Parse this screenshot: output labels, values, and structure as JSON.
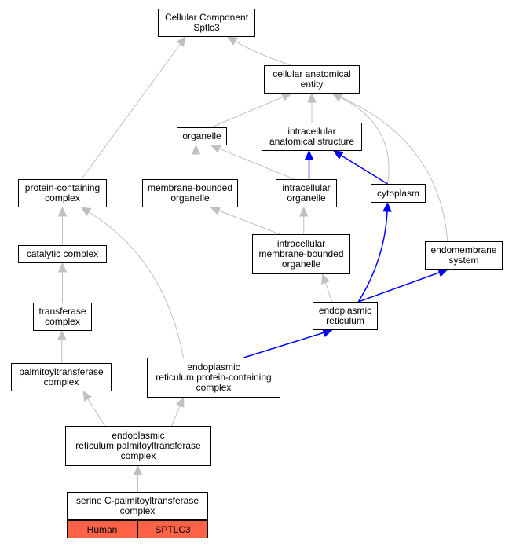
{
  "colors": {
    "is_a_edge": "#c0c0c0",
    "part_of_edge": "#0000ff",
    "annotation_fill": "#ff6347"
  },
  "nodes": {
    "cellular_component": [
      "Cellular Component",
      "Sptlc3"
    ],
    "cellular_anatomical_entity": [
      "cellular anatomical",
      "entity"
    ],
    "organelle": [
      "organelle"
    ],
    "intracellular_anatomical_structure": [
      "intracellular",
      "anatomical structure"
    ],
    "protein_containing_complex": [
      "protein-containing",
      "complex"
    ],
    "membrane_bounded_organelle": [
      "membrane-bounded",
      "organelle"
    ],
    "intracellular_organelle": [
      "intracellular",
      "organelle"
    ],
    "cytoplasm": [
      "cytoplasm"
    ],
    "intracellular_membrane_bounded_organelle": [
      "intracellular",
      "membrane-bounded",
      "organelle"
    ],
    "endomembrane_system": [
      "endomembrane",
      "system"
    ],
    "catalytic_complex": [
      "catalytic complex"
    ],
    "endoplasmic_reticulum": [
      "endoplasmic",
      "reticulum"
    ],
    "transferase_complex": [
      "transferase",
      "complex"
    ],
    "palmitoyltransferase_complex": [
      "palmitoyltransferase",
      "complex"
    ],
    "er_protein_containing_complex": [
      "endoplasmic",
      "reticulum protein-containing",
      "complex"
    ],
    "er_palmitoyltransferase_complex": [
      "endoplasmic",
      "reticulum palmitoyltransferase",
      "complex"
    ],
    "serine_c_palmitoyltransferase_complex": [
      "serine C-palmitoyltransferase",
      "complex"
    ]
  },
  "annotation": {
    "species": "Human",
    "gene": "SPTLC3"
  }
}
